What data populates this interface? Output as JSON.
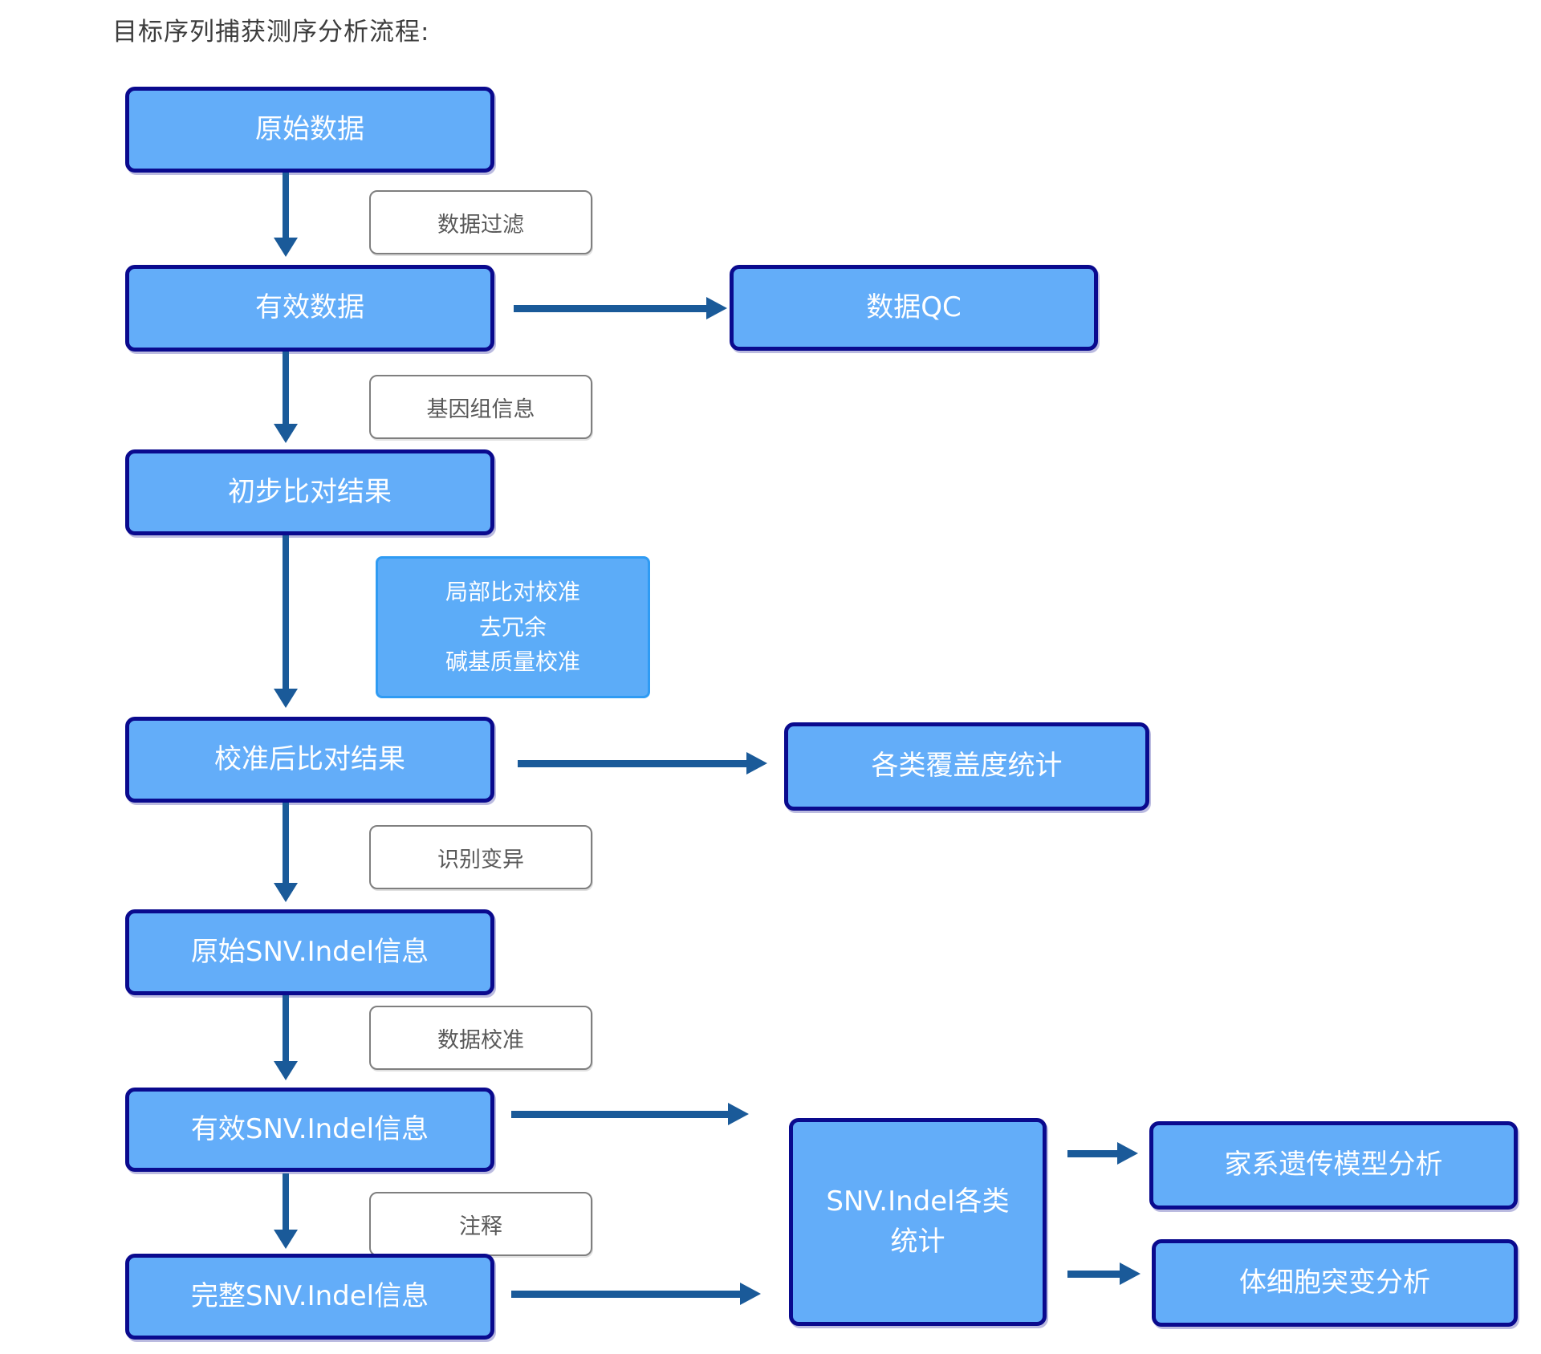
{
  "diagram": {
    "title": "目标序列捕获测序分析流程:",
    "main_flow": [
      {
        "label": "原始数据"
      },
      {
        "label": "有效数据"
      },
      {
        "label": "初步比对结果"
      },
      {
        "label": "校准后比对结果"
      },
      {
        "label": "原始SNV.Indel信息"
      },
      {
        "label": "有效SNV.Indel信息"
      },
      {
        "label": "完整SNV.Indel信息"
      }
    ],
    "step_labels": [
      {
        "label": "数据过滤"
      },
      {
        "label": "基因组信息"
      },
      {
        "label": "识别变异"
      },
      {
        "label": "数据校准"
      },
      {
        "label": "注释"
      }
    ],
    "process_note": {
      "lines": [
        "局部比对校准",
        "去冗余",
        "碱基质量校准"
      ]
    },
    "outputs": [
      {
        "label": "数据QC"
      },
      {
        "label": "各类覆盖度统计"
      },
      {
        "label": "SNV.Indel各类统计"
      },
      {
        "label": "家系遗传模型分析"
      },
      {
        "label": "体细胞突变分析"
      }
    ],
    "colors": {
      "node_fill": "#63adf9",
      "node_border": "#0a0a8e",
      "node_text": "#ffffff",
      "step_label_border": "#7f7f7f",
      "step_label_text": "#595959",
      "process_note_fill": "#5cacf8",
      "process_note_border": "#2f9bf3",
      "arrow": "#1a5a99",
      "title_text": "#3d3d3d",
      "background": "#ffffff"
    }
  }
}
